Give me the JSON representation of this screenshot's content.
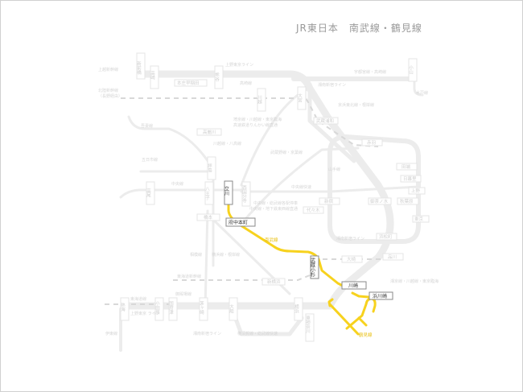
{
  "title": "JR東日本　南武線・鶴見線",
  "highlight_color": "#f7d21e",
  "highlighted_lines": [
    "南武線",
    "鶴見線"
  ],
  "highlighted_stations": [
    "立川",
    "府中本町",
    "武蔵小杉",
    "川崎",
    "浜川崎"
  ],
  "stations": {
    "shinmaebashi": "新前橋",
    "takasaki": "高崎",
    "honjo_waseda": "本庄早稲田",
    "kumagaya": "熊谷",
    "omiya": "大宮",
    "kawagoe": "川越",
    "komagawa": "高麗川",
    "haijima": "拝島",
    "oyama": "小山",
    "musashi_urawa": "武蔵浦和",
    "akabane": "赤羽",
    "tabata": "田端",
    "nippori": "日暮里",
    "ueno": "上野",
    "shinjuku": "新宿",
    "ochanomizu": "御茶ノ水",
    "akihabara": "秋葉原",
    "tokyo": "東京",
    "yoyogi": "代々木",
    "hamamatsucho": "浜松町",
    "osaki": "大崎",
    "shinagawa": "品川",
    "takao": "高尾",
    "hachioji": "八王子",
    "nishikokubunji": "西国分寺",
    "hashimoto": "橋本",
    "shin_yokohama": "新横浜",
    "atami": "熱海",
    "odawara": "小田原",
    "kozu": "国府津",
    "chigasaki": "茅ヶ崎",
    "ofuna": "大船",
    "yokohama": "横浜",
    "higashi_kanagawa": "東神奈川"
  },
  "lines": {
    "joetsu_shinkansen": "上越新幹線",
    "hokuriku_shinkansen": "北陸新幹線",
    "hokuriku_via": "（長野経由）",
    "ueno_tokyo_line": "上野東京ライン",
    "takasaki_line": "高崎線",
    "shonan_shinjuku_line": "湘南新宿ライン",
    "utsunomiya_takasaki": "宇都宮線・高崎線",
    "mito_line": "水戸線",
    "keihin_tohoku": "京浜東北線・根岸線",
    "agatsuma_line": "吾妻線",
    "saikyo_line": "埼京線・川越線・東京臨海",
    "rinkai_line": "高速鉄道りんかい線直通",
    "hachiko_line": "川越線・八高線",
    "musashino_line": "武蔵野線・京葉線",
    "itsukaichi_line": "五日市線",
    "chuo_line": "中央線",
    "chuo_rapid": "中央線快速",
    "chuo_subway": "中央線・総武線各駅停車",
    "chuo_subway2": "中央線・地下鉄東西線直通",
    "yamanote_line": "山手線",
    "sagami_line": "相模線",
    "yokohama_line": "横浜線・根岸線",
    "tokaido_shinkansen": "東海道新幹線",
    "tokaido_line": "東海道線",
    "gotemba_line": "御殿場線",
    "ueno_tokyo_line2": "上野東京\nライン",
    "ito_line": "伊東線",
    "shonan_shinjuku2": "湘南新宿ライン",
    "yokosuka_line": "横須賀線・総武線快速",
    "keihin_kawasaki": "湘京線・川越線・東京臨海",
    "nambu_line": "南武線",
    "tsurumi_line": "鶴見線"
  }
}
